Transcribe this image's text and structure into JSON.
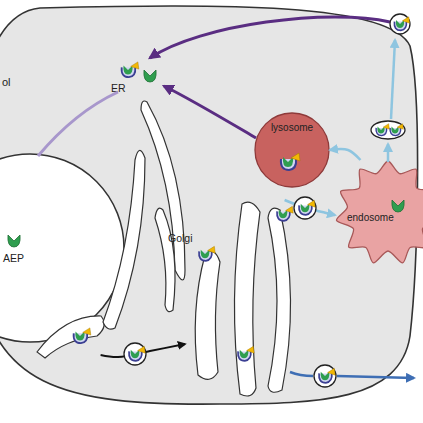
{
  "diagram": {
    "nodes": [
      {
        "text": [
          "ol"
        ]
      },
      {
        "text": [
          "AEP"
        ],
        "in": 0
      },
      {
        "text": [
          "ER"
        ],
        "in": 0
      },
      {
        "text": [
          "Golgi"
        ],
        "in": 0
      },
      {
        "text": [
          "lysosome"
        ],
        "in": 0
      },
      {
        "text": [
          "endosome"
        ],
        "in": 0
      }
    ],
    "edges": [
      {
        "from": 2,
        "to": 3,
        "arrow": "to"
      },
      {
        "from": 3,
        "to": 5,
        "arrow": "to"
      },
      {
        "from": 5,
        "to": 4,
        "arrow": "to"
      }
    ]
  }
}
